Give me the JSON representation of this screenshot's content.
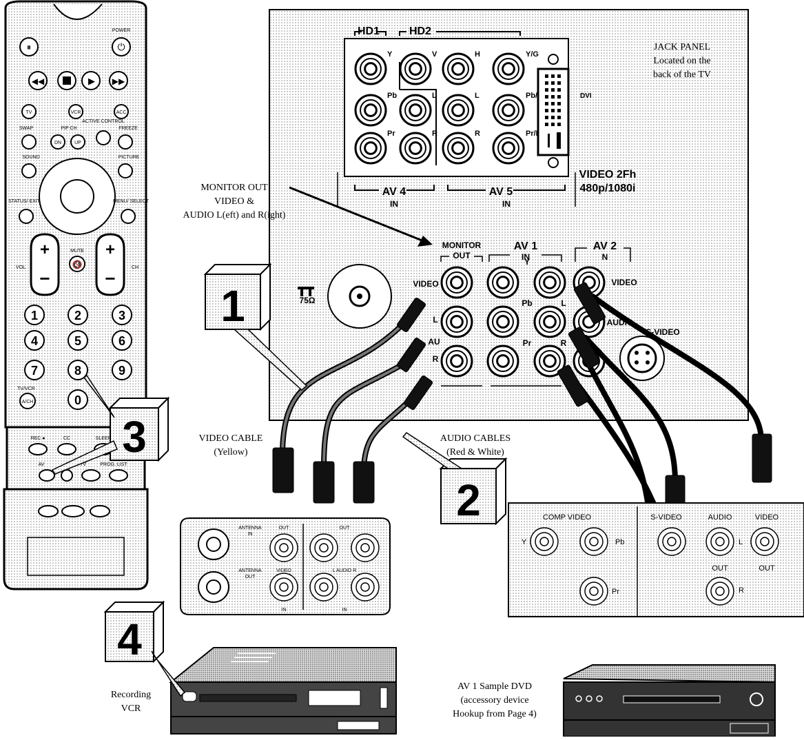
{
  "remote": {
    "power": "POWER",
    "buttons": [
      "TV",
      "VCR",
      "ACC"
    ],
    "swap": "SWAP",
    "pip_ch": "PIP CH",
    "active_control": "ACTIVE CONTROL",
    "freeze": "FREEZE",
    "dn": "DN",
    "up": "UP",
    "sound": "SOUND",
    "picture": "PICTURE",
    "status_exit": "STATUS/ EXIT",
    "menu_select": "MENU/ SELECT",
    "mute": "MUTE",
    "vol": "VOL",
    "ch": "CH",
    "digits": [
      "1",
      "2",
      "3",
      "4",
      "5",
      "6",
      "7",
      "8",
      "9",
      "0"
    ],
    "tv_vcr": "TV/VCR",
    "ach": "A/CH",
    "rec": "REC ●",
    "cc": "CC",
    "sleep": "SLEEP",
    "av": "AV",
    "surf_tv": "SURF TV",
    "prog_list": "PROG. LIST"
  },
  "jack_panel": {
    "hd1": "HD1",
    "hd2": "HD2",
    "top_jacks": [
      "Y",
      "V",
      "H",
      "Y/G",
      "Pb",
      "L",
      "L",
      "Pb/B",
      "Pr",
      "R",
      "R",
      "Pr/R"
    ],
    "dvi": "DVI",
    "note_line1": "JACK PANEL",
    "note_line2": "Located on the",
    "note_line3": "back of the TV",
    "video2fh": "VIDEO 2Fh",
    "res": "480p/1080i",
    "av4": "AV 4",
    "av5": "AV 5",
    "in": "IN",
    "monitor": "MONITOR",
    "out": "OUT",
    "av1": "AV 1",
    "av2": "AV 2",
    "n": "N",
    "video": "VIDEO",
    "l": "L",
    "r": "R",
    "y": "Y",
    "pb": "Pb",
    "pr": "Pr",
    "audio": "AUDIO",
    "au": "AU",
    "svideo": "S-VIDEO",
    "ohm": "75Ω"
  },
  "callouts": {
    "monitor_out_1": "MONITOR OUT",
    "monitor_out_2": "VIDEO &",
    "monitor_out_3": "AUDIO L(eft) and R(ight)",
    "video_cable_1": "VIDEO CABLE",
    "video_cable_2": "(Yellow)",
    "audio_cables_1": "AUDIO CABLES",
    "audio_cables_2": "(Red & White)",
    "recording_1": "Recording",
    "recording_2": "VCR",
    "dvd_1": "AV 1 Sample DVD",
    "dvd_2": "(accessory device",
    "dvd_3": "Hookup from Page 4)"
  },
  "steps": [
    "1",
    "2",
    "3",
    "4"
  ],
  "vcr_panel": {
    "antenna_in_1": "ANTENNA",
    "antenna_in_2": "IN",
    "antenna_out_1": "ANTENNA",
    "antenna_out_2": "OUT",
    "out": "OUT",
    "video": "VIDEO",
    "audio_lr": "L   AUDIO   R",
    "in": "IN"
  },
  "dvd_panel": {
    "comp_video": "COMP VIDEO",
    "y": "Y",
    "pb": "Pb",
    "pr": "Pr",
    "svideo": "S-VIDEO",
    "audio": "AUDIO",
    "video": "VIDEO",
    "l": "L",
    "r": "R",
    "out1": "OUT",
    "out2": "OUT"
  }
}
